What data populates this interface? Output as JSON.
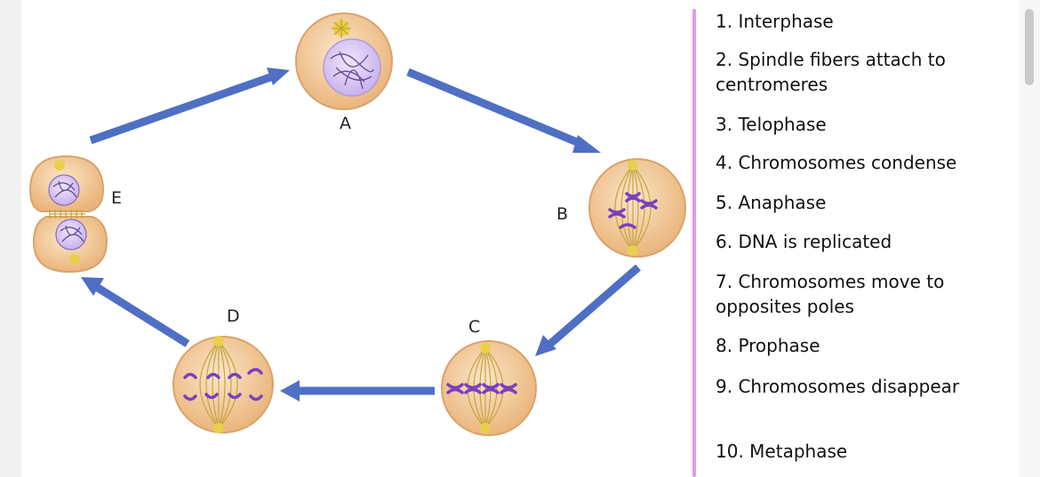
{
  "diagram": {
    "stages": [
      {
        "id": "A",
        "label": "A"
      },
      {
        "id": "B",
        "label": "B"
      },
      {
        "id": "C",
        "label": "C"
      },
      {
        "id": "D",
        "label": "D"
      },
      {
        "id": "E",
        "label": "E"
      }
    ]
  },
  "legend": {
    "items": [
      "1. Interphase",
      "2. Spindle fibers attach to centromeres",
      "3. Telophase",
      "4. Chromosomes condense",
      "5. Anaphase",
      "6. DNA is replicated",
      "7. Chromosomes move to opposites poles",
      "8. Prophase",
      "9. Chromosomes disappear",
      "10. Metaphase"
    ]
  },
  "colors": {
    "arrow": "#4f6fc4",
    "cell_fill": "#f3cc9c",
    "cell_outline": "#d9a36b",
    "chromosome": "#7a3fbf",
    "divider": "#e59ae3"
  }
}
